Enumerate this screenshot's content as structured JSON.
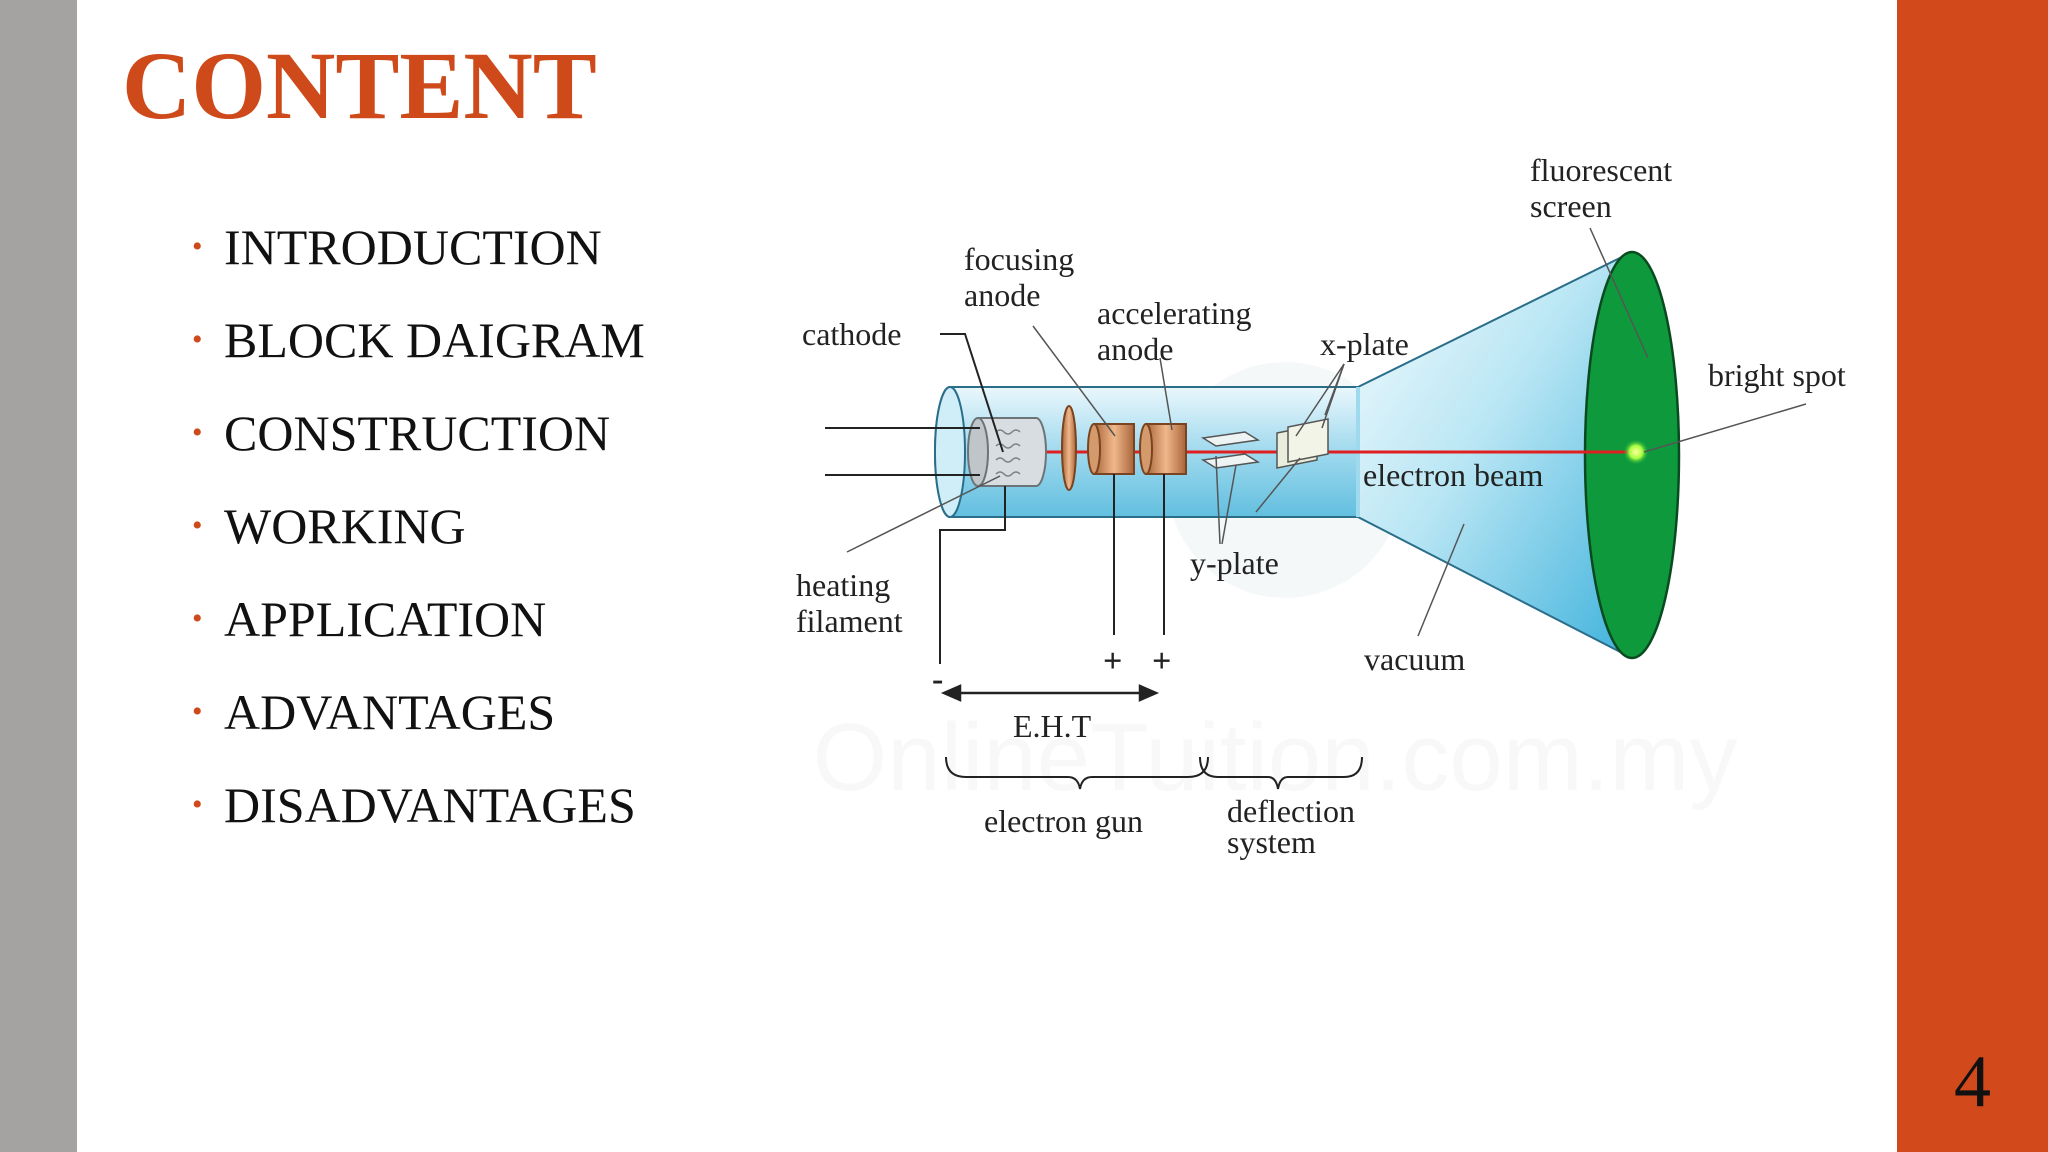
{
  "slide": {
    "title": "CONTENT",
    "number": "4",
    "items": [
      "INTRODUCTION",
      "BLOCK DAIGRAM",
      "CONSTRUCTION",
      "WORKING",
      "APPLICATION",
      "ADVANTAGES",
      "DISADVANTAGES"
    ]
  },
  "diagram": {
    "labels": {
      "cathode": "cathode",
      "focusing": "focusing",
      "anode1": "anode",
      "accelerating": "accelerating",
      "anode2": "anode",
      "xplate": "x-plate",
      "fluorescent": "fluorescent",
      "screen": "screen",
      "bright_spot": "bright spot",
      "electron_beam": "electron beam",
      "heating": "heating",
      "filament": "filament",
      "yplate": "y-plate",
      "vacuum": "vacuum",
      "minus": "-",
      "plus1": "+",
      "plus2": "+",
      "eht": "E.H.T",
      "electron_gun": "electron gun",
      "deflection": "deflection",
      "system": "system",
      "watermark": "OnlineTuition.com.my"
    }
  },
  "colors": {
    "accent": "#d24a1c",
    "title": "#cf4a1b",
    "side_bar": "#a5a2a2",
    "screen": "#0e9a3c",
    "beam": "#e02020"
  }
}
